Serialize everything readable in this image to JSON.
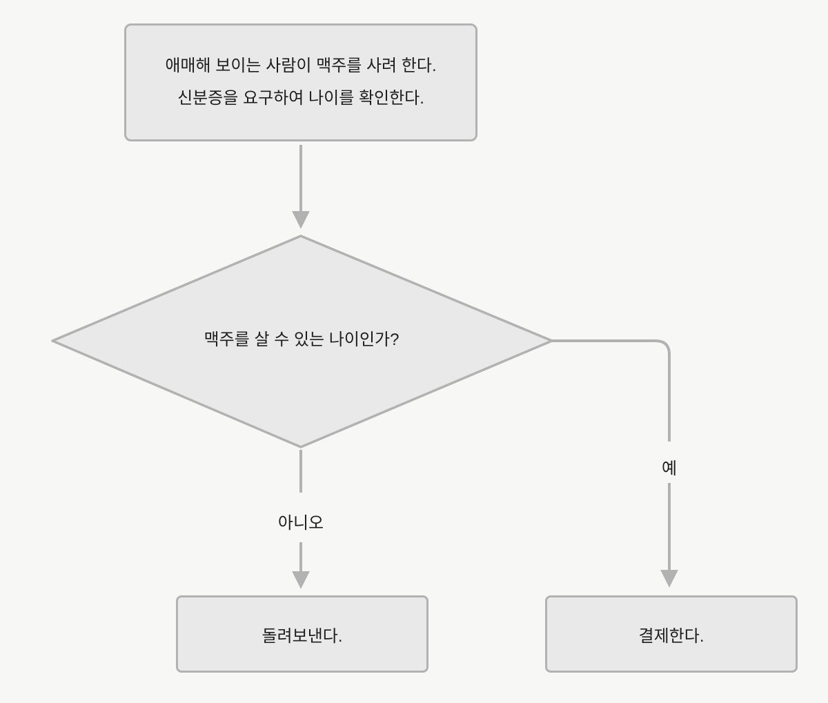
{
  "diagram": {
    "type": "flowchart",
    "nodes": {
      "start": {
        "line1": "애매해 보이는 사람이 맥주를 사려 한다.",
        "line2": "신분증을 요구하여 나이를 확인한다."
      },
      "decision": {
        "label": "맥주를 살 수 있는 나이인가?"
      },
      "reject": {
        "label": "돌려보낸다."
      },
      "pay": {
        "label": "결제한다."
      }
    },
    "edges": {
      "no": {
        "label": "아니오"
      },
      "yes": {
        "label": "예"
      }
    },
    "colors": {
      "background": "#f7f7f5",
      "node_fill": "#e9e9e9",
      "node_border": "#b2b2b2",
      "arrow": "#b2b2b2",
      "text": "#1d1d1d"
    }
  }
}
